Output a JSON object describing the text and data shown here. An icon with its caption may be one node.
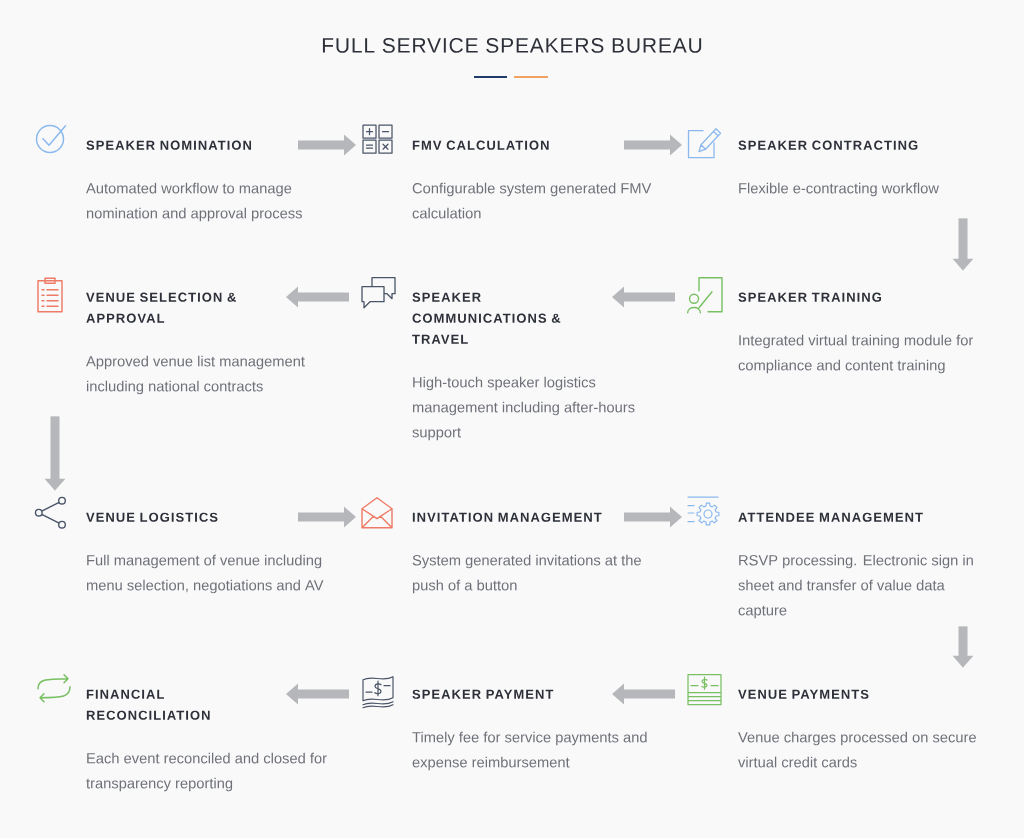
{
  "diagram": {
    "title": "FULL SERVICE SPEAKERS BUREAU",
    "nodes": [
      {
        "text": [
          "SPEAKER NOMINATION",
          "Automated workflow to manage nomination and approval process"
        ]
      },
      {
        "text": [
          "FMV CALCULATION",
          "Configurable system generated FMV calculation"
        ]
      },
      {
        "text": [
          "SPEAKER CONTRACTING",
          "Flexible e-contracting workflow"
        ]
      },
      {
        "text": [
          "VENUE SELECTION & APPROVAL",
          "Approved venue list management including national contracts"
        ]
      },
      {
        "text": [
          "SPEAKER COMMUNICATIONS & TRAVEL",
          "High-touch speaker logistics management including after-hours support"
        ]
      },
      {
        "text": [
          "SPEAKER TRAINING",
          "Integrated virtual training module for compliance and content training"
        ]
      },
      {
        "text": [
          "VENUE LOGISTICS",
          "Full management of venue including menu selection, negotiations and AV"
        ]
      },
      {
        "text": [
          "INVITATION MANAGEMENT",
          "System generated invitations at the push of a button"
        ]
      },
      {
        "text": [
          "ATTENDEE MANAGEMENT",
          "RSVP processing. Electronic sign in sheet and transfer of value data capture"
        ]
      },
      {
        "text": [
          "FINANCIAL RECONCILIATION",
          "Each event reconciled and closed for transparency reporting"
        ]
      },
      {
        "text": [
          "SPEAKER PAYMENT",
          "Timely fee for service payments and expense reimbursement"
        ]
      },
      {
        "text": [
          "VENUE PAYMENTS",
          "Venue charges processed on secure virtual credit cards"
        ]
      }
    ],
    "edges": [
      {
        "from": 0,
        "to": 1,
        "arrow": "to"
      },
      {
        "from": 1,
        "to": 2,
        "arrow": "to"
      },
      {
        "from": 2,
        "to": 5,
        "arrow": "to"
      },
      {
        "from": 5,
        "to": 4,
        "arrow": "to"
      },
      {
        "from": 4,
        "to": 3,
        "arrow": "to"
      },
      {
        "from": 3,
        "to": 6,
        "arrow": "to"
      },
      {
        "from": 6,
        "to": 7,
        "arrow": "to"
      },
      {
        "from": 7,
        "to": 8,
        "arrow": "to"
      },
      {
        "from": 8,
        "to": 11,
        "arrow": "to"
      },
      {
        "from": 11,
        "to": 10,
        "arrow": "to"
      },
      {
        "from": 10,
        "to": 9,
        "arrow": "to"
      }
    ]
  }
}
